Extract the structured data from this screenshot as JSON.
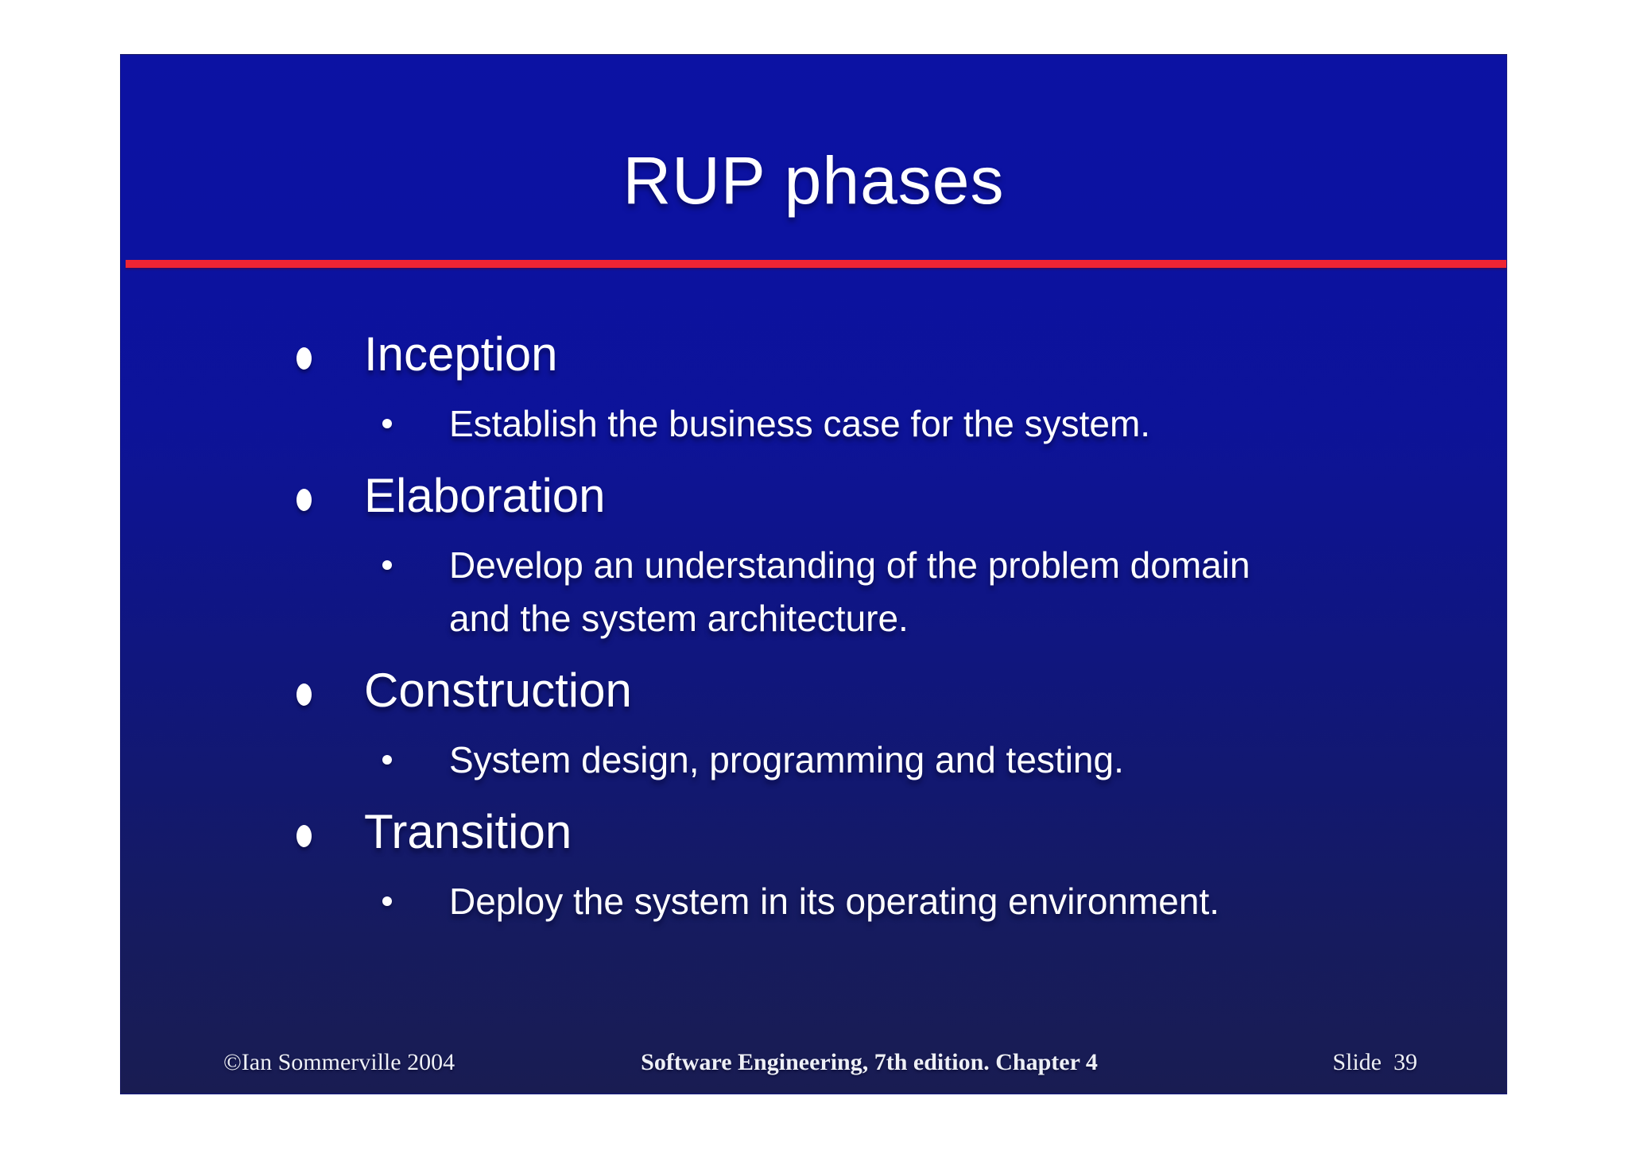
{
  "slide": {
    "title": "RUP phases",
    "colors": {
      "page_background": "#ffffff",
      "slide_background_top": "#0c12a3",
      "slide_background_bottom": "#191c52",
      "accent_line": "#ee2433",
      "text": "#ffffff"
    },
    "phases": [
      {
        "label": "Inception",
        "detail_lines": [
          "Establish the business case for the system."
        ]
      },
      {
        "label": "Elaboration",
        "detail_lines": [
          "Develop an understanding of the problem domain",
          "and the system architecture."
        ]
      },
      {
        "label": "Construction",
        "detail_lines": [
          "System design, programming and testing."
        ]
      },
      {
        "label": "Transition",
        "detail_lines": [
          "Deploy the system in its operating environment."
        ]
      }
    ],
    "footer": {
      "copyright": "©Ian Sommerville 2004",
      "center": "Software Engineering, 7th edition. Chapter 4",
      "slide_number": "Slide  39"
    }
  }
}
